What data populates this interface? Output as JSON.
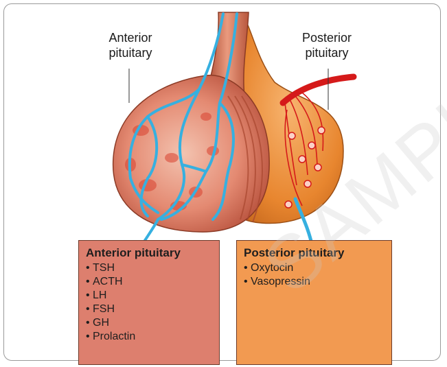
{
  "labels": {
    "anterior": "Anterior pituitary",
    "posterior": "Posterior pituitary"
  },
  "boxes": {
    "anterior": {
      "title": "Anterior pituitary",
      "items": [
        "TSH",
        "ACTH",
        "LH",
        "FSH",
        "GH",
        "Prolactin"
      ]
    },
    "posterior": {
      "title": "Posterior pituitary",
      "items": [
        "Oxytocin",
        "Vasopressin"
      ]
    }
  },
  "bullet": "•",
  "watermark": "SAMPLE",
  "colors": {
    "anterior_lobe": "#c9604a",
    "anterior_box": "#dd7f6e",
    "posterior_lobe": "#e8862f",
    "posterior_box": "#f29a51",
    "vessels": "#36b0e0",
    "artery": "#d51a1a"
  }
}
